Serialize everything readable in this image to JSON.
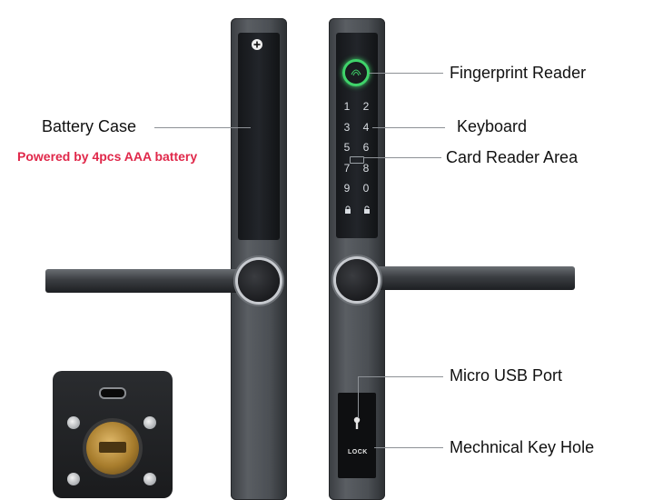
{
  "labels": {
    "fingerprint_reader": "Fingerprint Reader",
    "battery_case": "Battery Case",
    "battery_note": "Powered by 4pcs AAA battery",
    "keyboard": "Keyboard",
    "card_reader_area": "Card Reader Area",
    "micro_usb_port": "Micro USB Port",
    "mechanical_key_hole": "Mechnical Key Hole"
  },
  "keypad": {
    "rows": [
      [
        "1",
        "2"
      ],
      [
        "3",
        "4"
      ],
      [
        "5",
        "6"
      ],
      [
        "7",
        "8"
      ],
      [
        "9",
        "0"
      ]
    ]
  },
  "keyhole_panel": {
    "lock_label": "LOCK"
  },
  "colors": {
    "note_red": "#e0284a",
    "fingerprint_glow": "#3fd36a",
    "leader_line": "#8d9196",
    "brass": "#c99a45"
  },
  "icons": {
    "plate_button": "plus-icon",
    "keypad_lock": "lock-icon",
    "keypad_unlock": "unlock-icon",
    "keyhole": "keyhole-icon"
  }
}
